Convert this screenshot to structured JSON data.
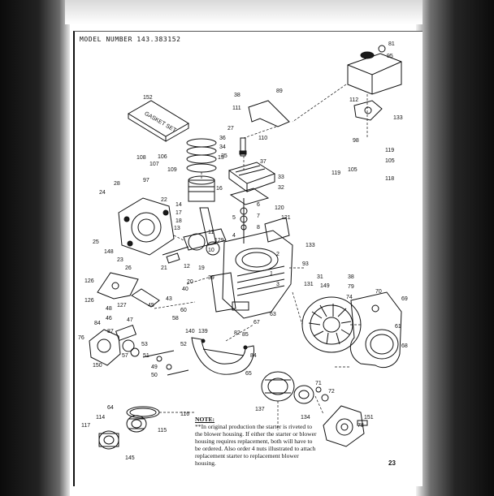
{
  "header": {
    "model_text": "MODEL NUMBER 143.383152"
  },
  "manual": {
    "label": "GASKET SET"
  },
  "parts": [
    {
      "id": "p81",
      "label": "81"
    },
    {
      "id": "p95",
      "label": "95"
    },
    {
      "id": "p38a",
      "label": "38"
    },
    {
      "id": "p89",
      "label": "89"
    },
    {
      "id": "p111",
      "label": "111"
    },
    {
      "id": "p112",
      "label": "112"
    },
    {
      "id": "p133a",
      "label": "133"
    },
    {
      "id": "p152",
      "label": "152"
    },
    {
      "id": "p27",
      "label": "27"
    },
    {
      "id": "p36",
      "label": "36"
    },
    {
      "id": "p110",
      "label": "110"
    },
    {
      "id": "p34",
      "label": "34"
    },
    {
      "id": "p35",
      "label": "35"
    },
    {
      "id": "p37",
      "label": "37"
    },
    {
      "id": "p98",
      "label": "98"
    },
    {
      "id": "p119a",
      "label": "119"
    },
    {
      "id": "p105a",
      "label": "105"
    },
    {
      "id": "p108",
      "label": "108"
    },
    {
      "id": "p106",
      "label": "106"
    },
    {
      "id": "p107",
      "label": "107"
    },
    {
      "id": "p109",
      "label": "109"
    },
    {
      "id": "p97",
      "label": "97"
    },
    {
      "id": "p15",
      "label": "15"
    },
    {
      "id": "p16",
      "label": "16"
    },
    {
      "id": "p33",
      "label": "33"
    },
    {
      "id": "p119b",
      "label": "119"
    },
    {
      "id": "p105b",
      "label": "105"
    },
    {
      "id": "p118",
      "label": "118"
    },
    {
      "id": "p28",
      "label": "28"
    },
    {
      "id": "p24",
      "label": "24"
    },
    {
      "id": "p32",
      "label": "32"
    },
    {
      "id": "p22",
      "label": "22"
    },
    {
      "id": "p14",
      "label": "14"
    },
    {
      "id": "p17",
      "label": "17"
    },
    {
      "id": "p18",
      "label": "18"
    },
    {
      "id": "p13",
      "label": "13"
    },
    {
      "id": "p6",
      "label": "6"
    },
    {
      "id": "p7",
      "label": "7"
    },
    {
      "id": "p120",
      "label": "120"
    },
    {
      "id": "p5",
      "label": "5"
    },
    {
      "id": "p121",
      "label": "121"
    },
    {
      "id": "p8",
      "label": "8"
    },
    {
      "id": "p25",
      "label": "25"
    },
    {
      "id": "p148a",
      "label": "148"
    },
    {
      "id": "p11",
      "label": "11"
    },
    {
      "id": "p129",
      "label": "129"
    },
    {
      "id": "p4",
      "label": "4"
    },
    {
      "id": "p133b",
      "label": "133"
    },
    {
      "id": "p23",
      "label": "23"
    },
    {
      "id": "p26",
      "label": "26"
    },
    {
      "id": "p10",
      "label": "10"
    },
    {
      "id": "p21",
      "label": "21"
    },
    {
      "id": "p12",
      "label": "12"
    },
    {
      "id": "p19",
      "label": "19"
    },
    {
      "id": "p2",
      "label": "2"
    },
    {
      "id": "p93",
      "label": "93"
    },
    {
      "id": "p126a",
      "label": "126"
    },
    {
      "id": "p20",
      "label": "20"
    },
    {
      "id": "p39",
      "label": "39"
    },
    {
      "id": "p40",
      "label": "40"
    },
    {
      "id": "p1",
      "label": "1"
    },
    {
      "id": "p3",
      "label": "3"
    },
    {
      "id": "p31",
      "label": "31"
    },
    {
      "id": "p131",
      "label": "131"
    },
    {
      "id": "p149",
      "label": "149"
    },
    {
      "id": "p38b",
      "label": "38"
    },
    {
      "id": "p79",
      "label": "79"
    },
    {
      "id": "p74",
      "label": "74"
    },
    {
      "id": "p70",
      "label": "70"
    },
    {
      "id": "p69",
      "label": "69"
    },
    {
      "id": "p126b",
      "label": "126"
    },
    {
      "id": "p127",
      "label": "127"
    },
    {
      "id": "p45",
      "label": "45"
    },
    {
      "id": "p48",
      "label": "48"
    },
    {
      "id": "p43",
      "label": "43"
    },
    {
      "id": "p46",
      "label": "46"
    },
    {
      "id": "p60",
      "label": "60"
    },
    {
      "id": "p58",
      "label": "58"
    },
    {
      "id": "p63",
      "label": "63"
    },
    {
      "id": "p47",
      "label": "47"
    },
    {
      "id": "p84a",
      "label": "84"
    },
    {
      "id": "p67",
      "label": "67"
    },
    {
      "id": "p61",
      "label": "61"
    },
    {
      "id": "p140",
      "label": "140"
    },
    {
      "id": "p139",
      "label": "139"
    },
    {
      "id": "p82",
      "label": "82"
    },
    {
      "id": "p85",
      "label": "85"
    },
    {
      "id": "p76",
      "label": "76"
    },
    {
      "id": "p87",
      "label": "87"
    },
    {
      "id": "p53",
      "label": "53"
    },
    {
      "id": "p52",
      "label": "52"
    },
    {
      "id": "p84b",
      "label": "84"
    },
    {
      "id": "p68",
      "label": "68"
    },
    {
      "id": "p57",
      "label": "57"
    },
    {
      "id": "p51",
      "label": "51"
    },
    {
      "id": "p150",
      "label": "150"
    },
    {
      "id": "p49",
      "label": "49"
    },
    {
      "id": "p50",
      "label": "50"
    },
    {
      "id": "p65",
      "label": "65"
    },
    {
      "id": "p71",
      "label": "71"
    },
    {
      "id": "p72",
      "label": "72"
    },
    {
      "id": "p137",
      "label": "137"
    },
    {
      "id": "p134",
      "label": "134"
    },
    {
      "id": "p64",
      "label": "64"
    },
    {
      "id": "p116",
      "label": "116"
    },
    {
      "id": "p114",
      "label": "114"
    },
    {
      "id": "p115",
      "label": "115"
    },
    {
      "id": "p117",
      "label": "117"
    },
    {
      "id": "p145",
      "label": "145"
    },
    {
      "id": "p151",
      "label": "151"
    },
    {
      "id": "p78",
      "label": "78"
    }
  ],
  "note": {
    "heading": "NOTE:",
    "body": "**In original production the starter is riveted to the blower housing. If either the starter or blower housing requires replacement, both will have to be ordered. Also order 4 nuts illustrated to attach replacement starter to replacement blower housing."
  },
  "page": {
    "number": "23"
  }
}
